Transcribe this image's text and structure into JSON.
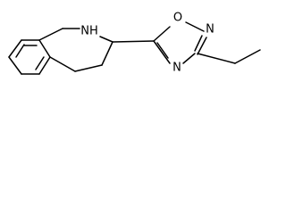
{
  "molecule": {
    "atom_labels": {
      "ring_nh": "NH",
      "oxadiazole_o": "O",
      "oxadiazole_n_upper": "N",
      "oxadiazole_n_lower": "N"
    },
    "bond_color": "#000000",
    "label_color": "#000000",
    "background_color": "#ffffff"
  }
}
